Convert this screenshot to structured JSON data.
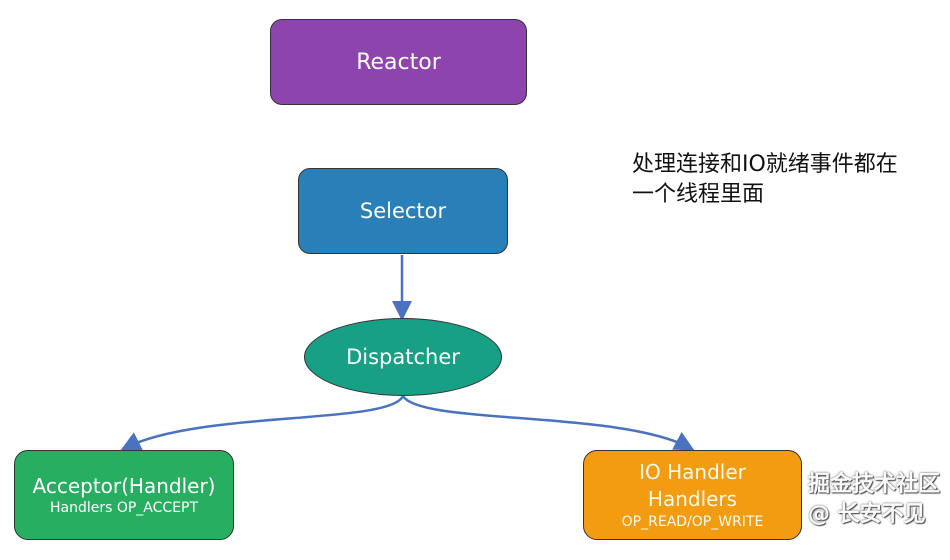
{
  "nodes": {
    "reactor": "Reactor",
    "selector": "Selector",
    "dispatcher": "Dispatcher",
    "acceptor": {
      "title": "Acceptor(Handler)",
      "subtitle": "Handlers OP_ACCEPT"
    },
    "io_handler": {
      "title": "IO Handler",
      "line2": "Handlers",
      "line3": "OP_READ/OP_WRITE"
    }
  },
  "note": {
    "line1": "处理连接和IO就绪事件都在",
    "line2": "一个线程里面"
  },
  "watermark": "掘金技术社区 @ 长安不见",
  "colors": {
    "reactor": "#8e44ad",
    "selector": "#2980b9",
    "dispatcher": "#17a085",
    "acceptor": "#27ae60",
    "io_handler": "#f39c12",
    "arrow": "#4a72c0"
  }
}
